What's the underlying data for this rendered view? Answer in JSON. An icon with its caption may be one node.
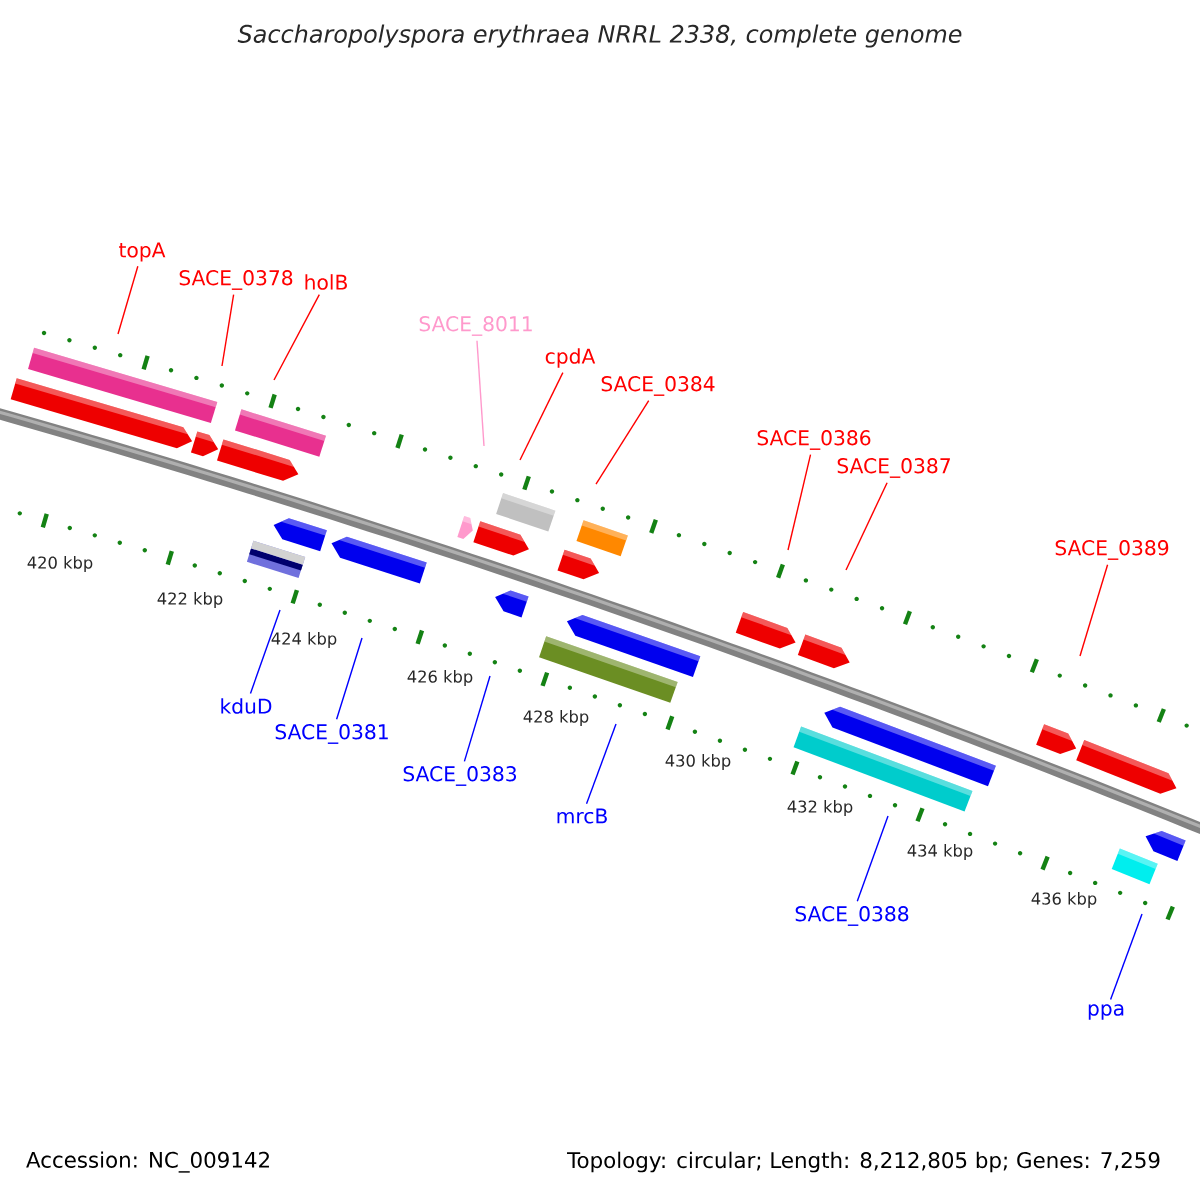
{
  "diagram": {
    "title": "Saccharopolyspora erythraea NRRL 2338, complete genome",
    "nodes": [
      {
        "text": [
          "topA"
        ]
      },
      {
        "text": [
          "SACE_0378"
        ]
      },
      {
        "text": [
          "holB"
        ]
      },
      {
        "text": [
          "SACE_8011"
        ]
      },
      {
        "text": [
          "cpdA"
        ]
      },
      {
        "text": [
          "SACE_0384"
        ]
      },
      {
        "text": [
          "SACE_0386"
        ]
      },
      {
        "text": [
          "SACE_0387"
        ]
      },
      {
        "text": [
          "SACE_0389"
        ]
      },
      {
        "text": [
          "kduD"
        ]
      },
      {
        "text": [
          "SACE_0381"
        ]
      },
      {
        "text": [
          "SACE_0383"
        ]
      },
      {
        "text": [
          "mrcB"
        ]
      },
      {
        "text": [
          "SACE_0388"
        ]
      },
      {
        "text": [
          "ppa"
        ]
      }
    ],
    "edges": [
      {
        "from": 0,
        "to": null,
        "arrow": "none"
      },
      {
        "from": 1,
        "to": null,
        "arrow": "none"
      },
      {
        "from": 2,
        "to": null,
        "arrow": "none"
      },
      {
        "from": 3,
        "to": null,
        "arrow": "none",
        "color": "#ff99cc"
      },
      {
        "from": 4,
        "to": null,
        "arrow": "none"
      },
      {
        "from": 5,
        "to": null,
        "arrow": "none"
      },
      {
        "from": 6,
        "to": null,
        "arrow": "none"
      },
      {
        "from": 7,
        "to": null,
        "arrow": "none"
      },
      {
        "from": 8,
        "to": null,
        "arrow": "none"
      },
      {
        "from": 9,
        "to": null,
        "arrow": "none",
        "color": "#0000ff"
      },
      {
        "from": 10,
        "to": null,
        "arrow": "none",
        "color": "#0000ff"
      },
      {
        "from": 11,
        "to": null,
        "arrow": "none",
        "color": "#0000ff"
      },
      {
        "from": 12,
        "to": null,
        "arrow": "none",
        "color": "#0000ff"
      },
      {
        "from": 13,
        "to": null,
        "arrow": "none",
        "color": "#0000ff"
      },
      {
        "from": 14,
        "to": null,
        "arrow": "none",
        "color": "#0000ff"
      }
    ],
    "labels": [
      "420 kbp",
      "422 kbp",
      "424 kbp",
      "426 kbp",
      "428 kbp",
      "430 kbp",
      "432 kbp",
      "434 kbp",
      "436 kbp",
      "Accession: NC_009142",
      "Topology: circular; Length: 8,212,805 bp; Genes: 7,259"
    ]
  }
}
